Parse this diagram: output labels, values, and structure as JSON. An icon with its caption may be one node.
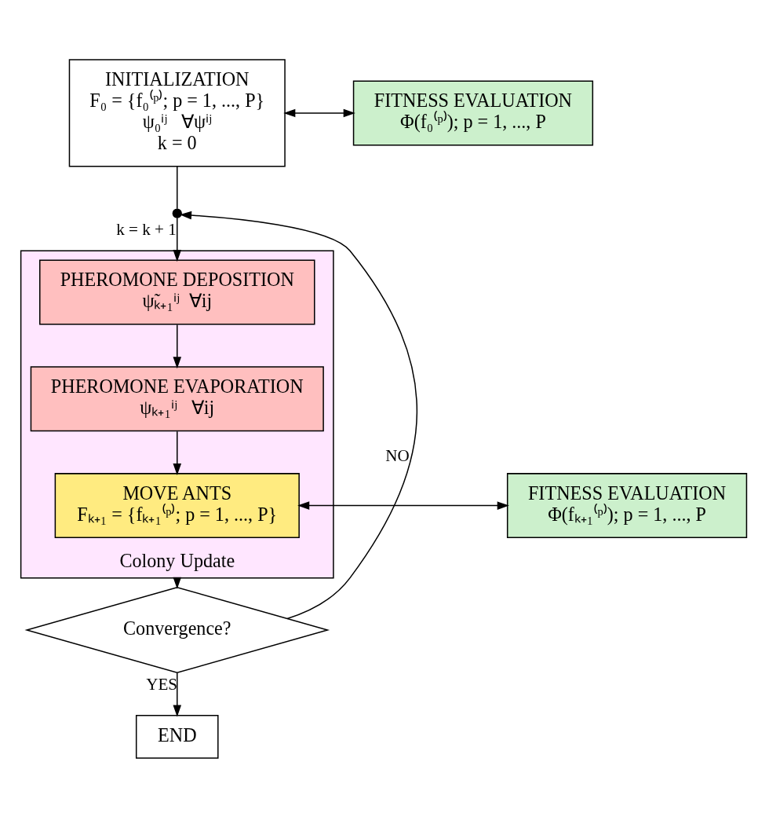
{
  "diagram": {
    "nodes": [
      {
        "text": [
          "INITIALIZATION",
          "F₀ = {f₀⁽ᵖ⁾; p = 1, ..., P}",
          "ψ₀ⁱʲ   ∀ψⁱʲ",
          "k = 0"
        ]
      },
      {
        "text": [
          "FITNESS EVALUATION",
          "Φ(f₀⁽ᵖ⁾); p = 1, ..., P"
        ]
      },
      {
        "text": [],
        "shape": "dot"
      },
      {
        "text": [
          "Colony Update"
        ]
      },
      {
        "text": [
          "PHEROMONE DEPOSITION",
          "ψ̃ₖ₊₁ⁱʲ  ∀ij"
        ],
        "in": 3
      },
      {
        "text": [
          "PHEROMONE EVAPORATION",
          "ψₖ₊₁ⁱʲ   ∀ij"
        ],
        "in": 3
      },
      {
        "text": [
          "MOVE ANTS",
          "Fₖ₊₁ = {fₖ₊₁⁽ᵖ⁾; p = 1, ..., P}"
        ],
        "in": 3
      },
      {
        "text": [
          "FITNESS EVALUATION",
          "Φ(fₖ₊₁⁽ᵖ⁾); p = 1, ..., P"
        ]
      },
      {
        "text": [
          "Convergence?"
        ]
      },
      {
        "text": [
          "END"
        ]
      }
    ],
    "edges": [
      {
        "from": 0,
        "to": 1,
        "arrow": "both"
      },
      {
        "from": 0,
        "to": 2,
        "arrow": "none"
      },
      {
        "from": 2,
        "to": 4,
        "arrow": "to",
        "label": "k = k + 1"
      },
      {
        "from": 4,
        "to": 5,
        "arrow": "to"
      },
      {
        "from": 5,
        "to": 6,
        "arrow": "to"
      },
      {
        "from": 6,
        "to": 7,
        "arrow": "both"
      },
      {
        "from": 3,
        "to": 8,
        "arrow": "to"
      },
      {
        "from": 8,
        "to": 9,
        "arrow": "to",
        "label": "YES"
      },
      {
        "from": 8,
        "to": 2,
        "arrow": "to",
        "label": "NO"
      }
    ]
  }
}
